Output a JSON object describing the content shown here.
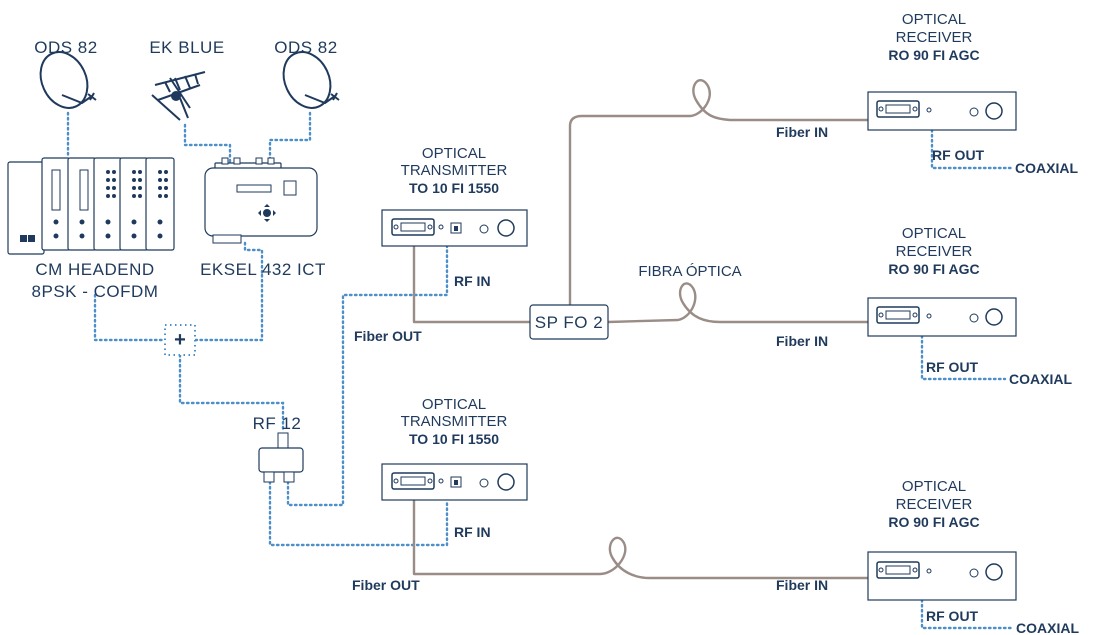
{
  "sources": {
    "dish_left": "ODS 82",
    "antenna": "EK BLUE",
    "dish_right": "ODS 82"
  },
  "headend": {
    "name_line1": "CM HEADEND",
    "name_line2": "8PSK - COFDM"
  },
  "eksel": {
    "name": "EKSEL 432 ICT"
  },
  "combiner": {
    "symbol": "+"
  },
  "splitter_rf": {
    "name": "RF 12"
  },
  "tx1": {
    "line1": "OPTICAL",
    "line2": "TRANSMITTER",
    "model": "TO 10 FI 1550",
    "rf_in": "RF IN",
    "fiber_out": "Fiber OUT"
  },
  "tx2": {
    "line1": "OPTICAL",
    "line2": "TRANSMITTER",
    "model": "TO 10 FI 1550",
    "rf_in": "RF IN",
    "fiber_out": "Fiber OUT"
  },
  "optical_splitter": {
    "name": "SP FO 2",
    "fiber_label": "FIBRA ÓPTICA"
  },
  "rx1": {
    "line1": "OPTICAL",
    "line2": "RECEIVER",
    "model": "RO 90 FI AGC",
    "fiber_in": "Fiber IN",
    "rf_out": "RF OUT",
    "coaxial": "COAXIAL"
  },
  "rx2": {
    "line1": "OPTICAL",
    "line2": "RECEIVER",
    "model": "RO 90 FI AGC",
    "fiber_in": "Fiber IN",
    "rf_out": "RF OUT",
    "coaxial": "COAXIAL"
  },
  "rx3": {
    "line1": "OPTICAL",
    "line2": "RECEIVER",
    "model": "RO 90 FI AGC",
    "fiber_in": "Fiber IN",
    "rf_out": "RF OUT",
    "coaxial": "COAXIAL"
  },
  "colors": {
    "text": "#1f3a5c",
    "fiber": "#9a8c86",
    "coax": "#4d8fc8"
  }
}
